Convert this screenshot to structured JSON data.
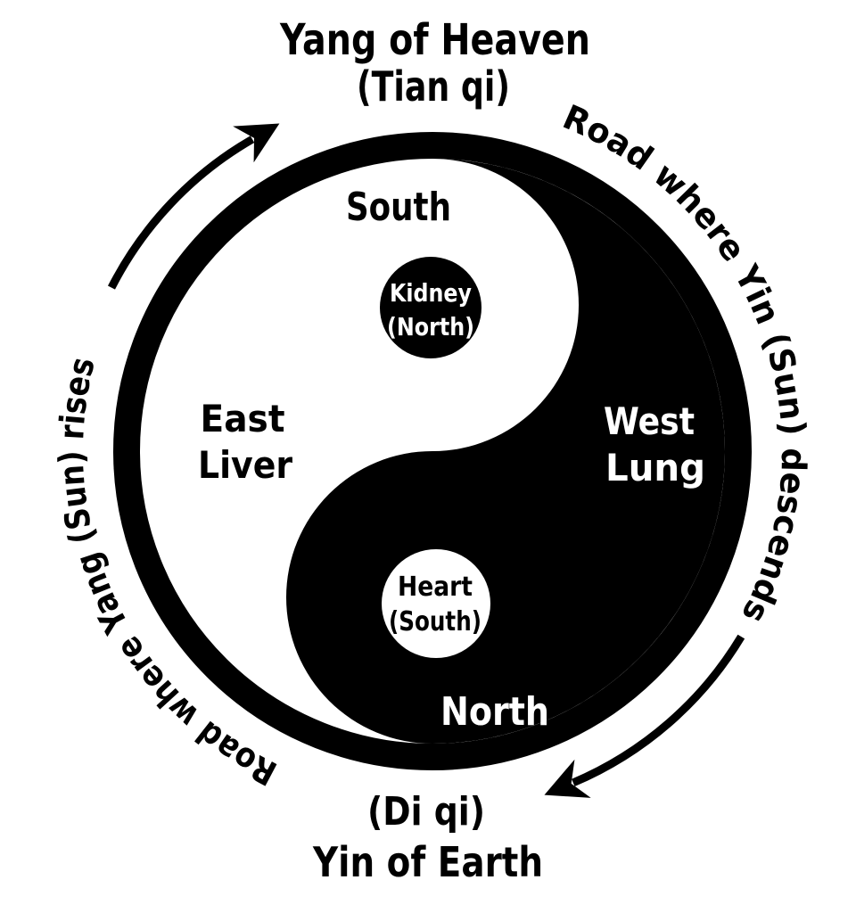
{
  "colors": {
    "ink": "#000000",
    "paper": "#ffffff"
  },
  "title_top": {
    "line1": "Yang of Heaven",
    "line2": "(Tian qi)"
  },
  "title_bottom": {
    "line1": "(Di qi)",
    "line2": "Yin of Earth"
  },
  "arc_labels": {
    "left": "Road where Yang (Sun) rises",
    "right": "Road where Yin (Sun) descends"
  },
  "yang_half": {
    "direction": "South",
    "organ": {
      "line1": "East",
      "line2": "Liver"
    },
    "dot": {
      "line1": "Kidney",
      "line2": "(North)"
    }
  },
  "yin_half": {
    "direction": "North",
    "organ": {
      "line1": "West",
      "line2": "Lung"
    },
    "dot": {
      "line1": "Heart",
      "line2": "(South)"
    }
  },
  "icons": {
    "left_arrow": "curved-arrow-clockwise-up",
    "right_arrow": "curved-arrow-clockwise-down"
  }
}
